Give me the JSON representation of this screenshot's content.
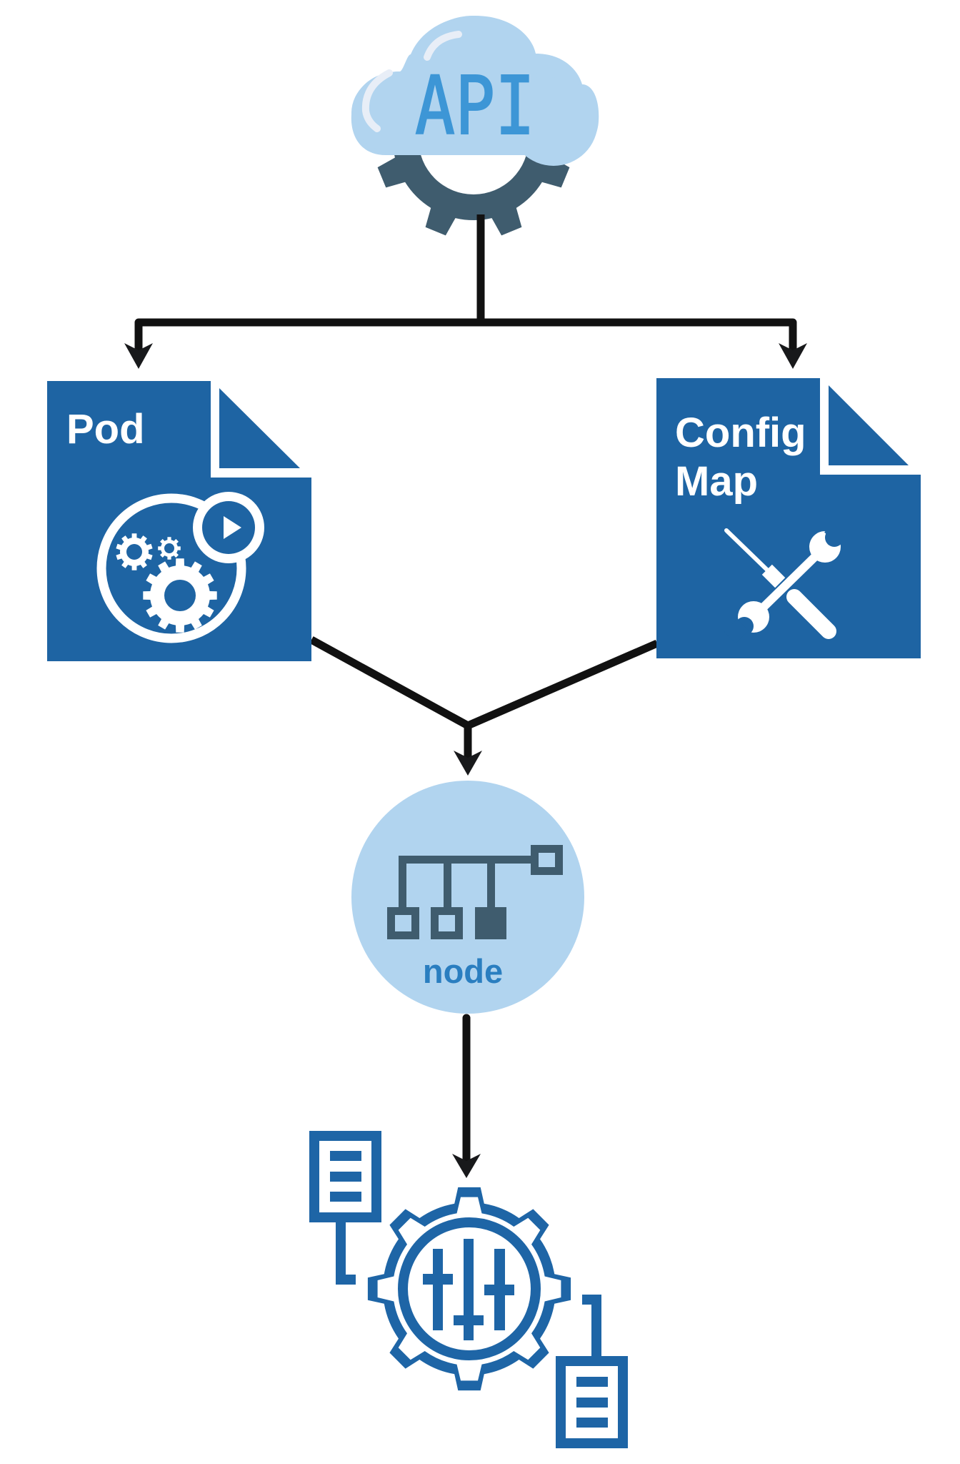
{
  "diagram": {
    "title": "Kubernetes API to Pod / ConfigMap to Node flow",
    "colors": {
      "background": "#ffffff",
      "arrow": "#111111",
      "document_blue": "#1e64a3",
      "light_blue": "#b1d4ef",
      "api_text": "#3d96d6",
      "slate": "#3f5c6e",
      "node_text": "#2a7ec0",
      "config_icon_blue": "#1e65a6",
      "white": "#ffffff"
    },
    "nodes": {
      "api": {
        "label": "API",
        "icon": "cloud-gear-icon"
      },
      "pod": {
        "label": "Pod",
        "icon": "pod-gears-play-icon"
      },
      "configmap": {
        "label_line1": "Config",
        "label_line2": "Map",
        "icon": "screwdriver-wrench-icon"
      },
      "node": {
        "label": "node",
        "icon": "network-hierarchy-icon"
      },
      "configuration": {
        "icon": "gear-sliders-documents-icon"
      }
    },
    "edges": [
      {
        "from": "api",
        "to": "pod"
      },
      {
        "from": "api",
        "to": "configmap"
      },
      {
        "from": "pod",
        "to": "node"
      },
      {
        "from": "configmap",
        "to": "node"
      },
      {
        "from": "node",
        "to": "configuration"
      }
    ]
  }
}
